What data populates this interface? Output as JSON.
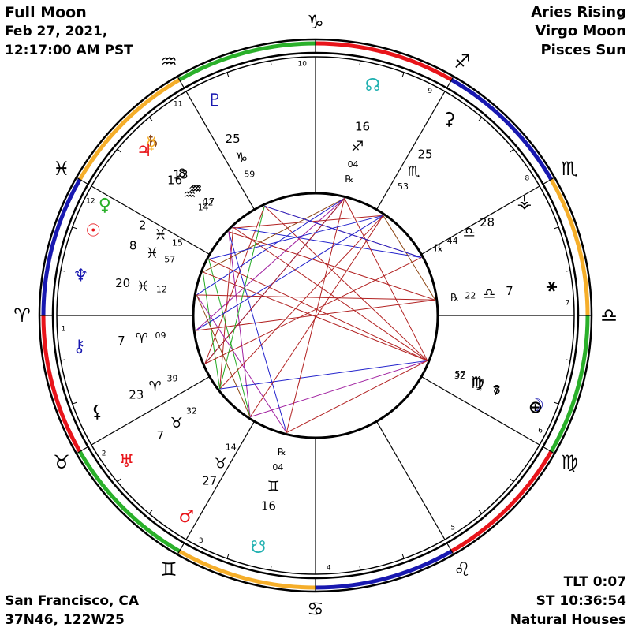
{
  "header_left": {
    "event": "Full Moon",
    "date": "Feb 27, 2021,",
    "time": "12:17:00 AM PST"
  },
  "header_right": {
    "rising": "Aries Rising",
    "moon": "Virgo Moon",
    "sun": "Pisces Sun"
  },
  "footer_left": {
    "place": "San Francisco, CA",
    "coords": "37N46, 122W25"
  },
  "footer_right": {
    "tlt": "TLT 0:07",
    "st": "ST 10:36:54",
    "system": "Natural Houses"
  },
  "colors": {
    "fire": "#e8141a",
    "earth": "#2ab02a",
    "air": "#f5ae2a",
    "water": "#1818b0",
    "aspect_red": "#b22222",
    "aspect_blue": "#2222cc",
    "aspect_green": "#22aa22",
    "aspect_purple": "#a020a0",
    "aspect_brown": "#8b4513"
  },
  "chart": {
    "ascendant_deg": 0,
    "signs": [
      {
        "name": "aries-sign",
        "glyph": "♈",
        "element": "fire"
      },
      {
        "name": "taurus-sign",
        "glyph": "♉",
        "element": "earth"
      },
      {
        "name": "gemini-sign",
        "glyph": "♊",
        "element": "air"
      },
      {
        "name": "cancer-sign",
        "glyph": "♋",
        "element": "water"
      },
      {
        "name": "leo-sign",
        "glyph": "♌",
        "element": "fire"
      },
      {
        "name": "virgo-sign",
        "glyph": "♍",
        "element": "earth"
      },
      {
        "name": "libra-sign",
        "glyph": "♎",
        "element": "air"
      },
      {
        "name": "scorpio-sign",
        "glyph": "♏",
        "element": "water"
      },
      {
        "name": "sagittarius-sign",
        "glyph": "♐",
        "element": "fire"
      },
      {
        "name": "capricorn-sign",
        "glyph": "♑",
        "element": "earth"
      },
      {
        "name": "aquarius-sign",
        "glyph": "♒",
        "element": "air"
      },
      {
        "name": "pisces-sign",
        "glyph": "♓",
        "element": "water"
      }
    ],
    "houses": [
      "1",
      "2",
      "3",
      "4",
      "5",
      "6",
      "7",
      "8",
      "9",
      "10",
      "11",
      "12"
    ],
    "bodies": [
      {
        "name": "pluto",
        "glyph": "♇",
        "color": "#1818b0",
        "lon": 295,
        "deg": "25",
        "sign": "♑",
        "min": "59",
        "retro": ""
      },
      {
        "name": "saturn",
        "glyph": "♄",
        "color": "#8b4513",
        "lon": 313,
        "deg": "8",
        "sign": "♒",
        "min": "17",
        "retro": ""
      },
      {
        "name": "mercury",
        "glyph": "☿",
        "color": "#f5ae2a",
        "lon": 313.6,
        "deg": "13",
        "sign": "♒",
        "min": "02",
        "retro": ""
      },
      {
        "name": "jupiter",
        "glyph": "♃",
        "color": "#e8141a",
        "lon": 316,
        "deg": "16",
        "sign": "♒",
        "min": "14",
        "retro": ""
      },
      {
        "name": "venus",
        "glyph": "♀",
        "color": "#2ab02a",
        "lon": 332.2,
        "deg": "2",
        "sign": "♓",
        "min": "15",
        "retro": ""
      },
      {
        "name": "sun",
        "glyph": "☉",
        "color": "#e8141a",
        "lon": 338.9,
        "deg": "8",
        "sign": "♓",
        "min": "57",
        "retro": ""
      },
      {
        "name": "neptune",
        "glyph": "♆",
        "color": "#1818b0",
        "lon": 350.2,
        "deg": "20",
        "sign": "♓",
        "min": "12",
        "retro": ""
      },
      {
        "name": "chiron",
        "glyph": "⚷",
        "color": "#1818b0",
        "lon": 7.2,
        "deg": "7",
        "sign": "♈",
        "min": "09",
        "retro": ""
      },
      {
        "name": "lilith",
        "glyph": "⚸",
        "color": "#000000",
        "lon": 23.6,
        "deg": "23",
        "sign": "♈",
        "min": "39",
        "retro": ""
      },
      {
        "name": "uranus",
        "glyph": "♅",
        "color": "#e8141a",
        "lon": 37.5,
        "deg": "7",
        "sign": "♉",
        "min": "32",
        "retro": ""
      },
      {
        "name": "mars",
        "glyph": "♂",
        "color": "#e8141a",
        "lon": 57.2,
        "deg": "27",
        "sign": "♉",
        "min": "14",
        "retro": ""
      },
      {
        "name": "south-node",
        "glyph": "☋",
        "color": "#20b0b0",
        "lon": 76.1,
        "deg": "16",
        "sign": "♊",
        "min": "04",
        "retro": "℞"
      },
      {
        "name": "moon",
        "glyph": "☽",
        "color": "#1818b0",
        "lon": 158.0,
        "deg": "8",
        "sign": "♍",
        "min": "57",
        "retro": ""
      },
      {
        "name": "fortune",
        "glyph": "⊕",
        "color": "#000000",
        "lon": 157.5,
        "deg": "7",
        "sign": "♍",
        "min": "32",
        "retro": ""
      },
      {
        "name": "eris",
        "glyph": "⚹",
        "color": "#000000",
        "lon": 187.4,
        "deg": "7",
        "sign": "♎",
        "min": "22",
        "retro": "℞"
      },
      {
        "name": "vesta",
        "glyph": "⚶",
        "color": "#000000",
        "lon": 208.7,
        "deg": "28",
        "sign": "♎",
        "min": "44",
        "retro": "℞"
      },
      {
        "name": "ceres",
        "glyph": "⚳",
        "color": "#000000",
        "lon": 235.9,
        "deg": "25",
        "sign": "♏",
        "min": "53",
        "retro": ""
      },
      {
        "name": "north-node",
        "glyph": "☊",
        "color": "#20b0b0",
        "lon": 256.1,
        "deg": "16",
        "sign": "♐",
        "min": "04",
        "retro": "℞"
      }
    ],
    "aspects": [
      {
        "a": 295,
        "b": 158,
        "color": "aspect_red"
      },
      {
        "a": 295,
        "b": 208.7,
        "color": "aspect_red"
      },
      {
        "a": 295,
        "b": 23.6,
        "color": "aspect_red"
      },
      {
        "a": 313,
        "b": 208.7,
        "color": "aspect_blue"
      },
      {
        "a": 313,
        "b": 37.5,
        "color": "aspect_red"
      },
      {
        "a": 316,
        "b": 76.1,
        "color": "aspect_blue"
      },
      {
        "a": 316,
        "b": 187.4,
        "color": "aspect_red"
      },
      {
        "a": 316,
        "b": 57.2,
        "color": "aspect_purple"
      },
      {
        "a": 313.6,
        "b": 235.9,
        "color": "aspect_red"
      },
      {
        "a": 332.2,
        "b": 158,
        "color": "aspect_red"
      },
      {
        "a": 332.2,
        "b": 57.2,
        "color": "aspect_green"
      },
      {
        "a": 338.9,
        "b": 158,
        "color": "aspect_red"
      },
      {
        "a": 338.9,
        "b": 37.5,
        "color": "aspect_green"
      },
      {
        "a": 338.9,
        "b": 256.1,
        "color": "aspect_brown"
      },
      {
        "a": 350.2,
        "b": 256.1,
        "color": "aspect_blue"
      },
      {
        "a": 350.2,
        "b": 76.1,
        "color": "aspect_purple"
      },
      {
        "a": 350.2,
        "b": 187.4,
        "color": "aspect_red"
      },
      {
        "a": 7.2,
        "b": 187.4,
        "color": "aspect_red"
      },
      {
        "a": 7.2,
        "b": 235.9,
        "color": "aspect_blue"
      },
      {
        "a": 7.2,
        "b": 256.1,
        "color": "aspect_purple"
      },
      {
        "a": 23.6,
        "b": 208.7,
        "color": "aspect_red"
      },
      {
        "a": 23.6,
        "b": 256.1,
        "color": "aspect_blue"
      },
      {
        "a": 37.5,
        "b": 235.9,
        "color": "aspect_red"
      },
      {
        "a": 37.5,
        "b": 158,
        "color": "aspect_blue"
      },
      {
        "a": 57.2,
        "b": 235.9,
        "color": "aspect_red"
      },
      {
        "a": 57.2,
        "b": 158,
        "color": "aspect_purple"
      },
      {
        "a": 76.1,
        "b": 158,
        "color": "aspect_red"
      },
      {
        "a": 76.1,
        "b": 256.1,
        "color": "aspect_red"
      },
      {
        "a": 158,
        "b": 256.1,
        "color": "aspect_red"
      },
      {
        "a": 187.4,
        "b": 235.9,
        "color": "aspect_brown"
      },
      {
        "a": 208.7,
        "b": 295,
        "color": "aspect_blue"
      },
      {
        "a": 256.1,
        "b": 23.6,
        "color": "aspect_red"
      },
      {
        "a": 313,
        "b": 158,
        "color": "aspect_red"
      },
      {
        "a": 295,
        "b": 37.5,
        "color": "aspect_green"
      },
      {
        "a": 332.2,
        "b": 235.9,
        "color": "aspect_blue"
      },
      {
        "a": 350.2,
        "b": 57.2,
        "color": "aspect_brown"
      }
    ]
  }
}
